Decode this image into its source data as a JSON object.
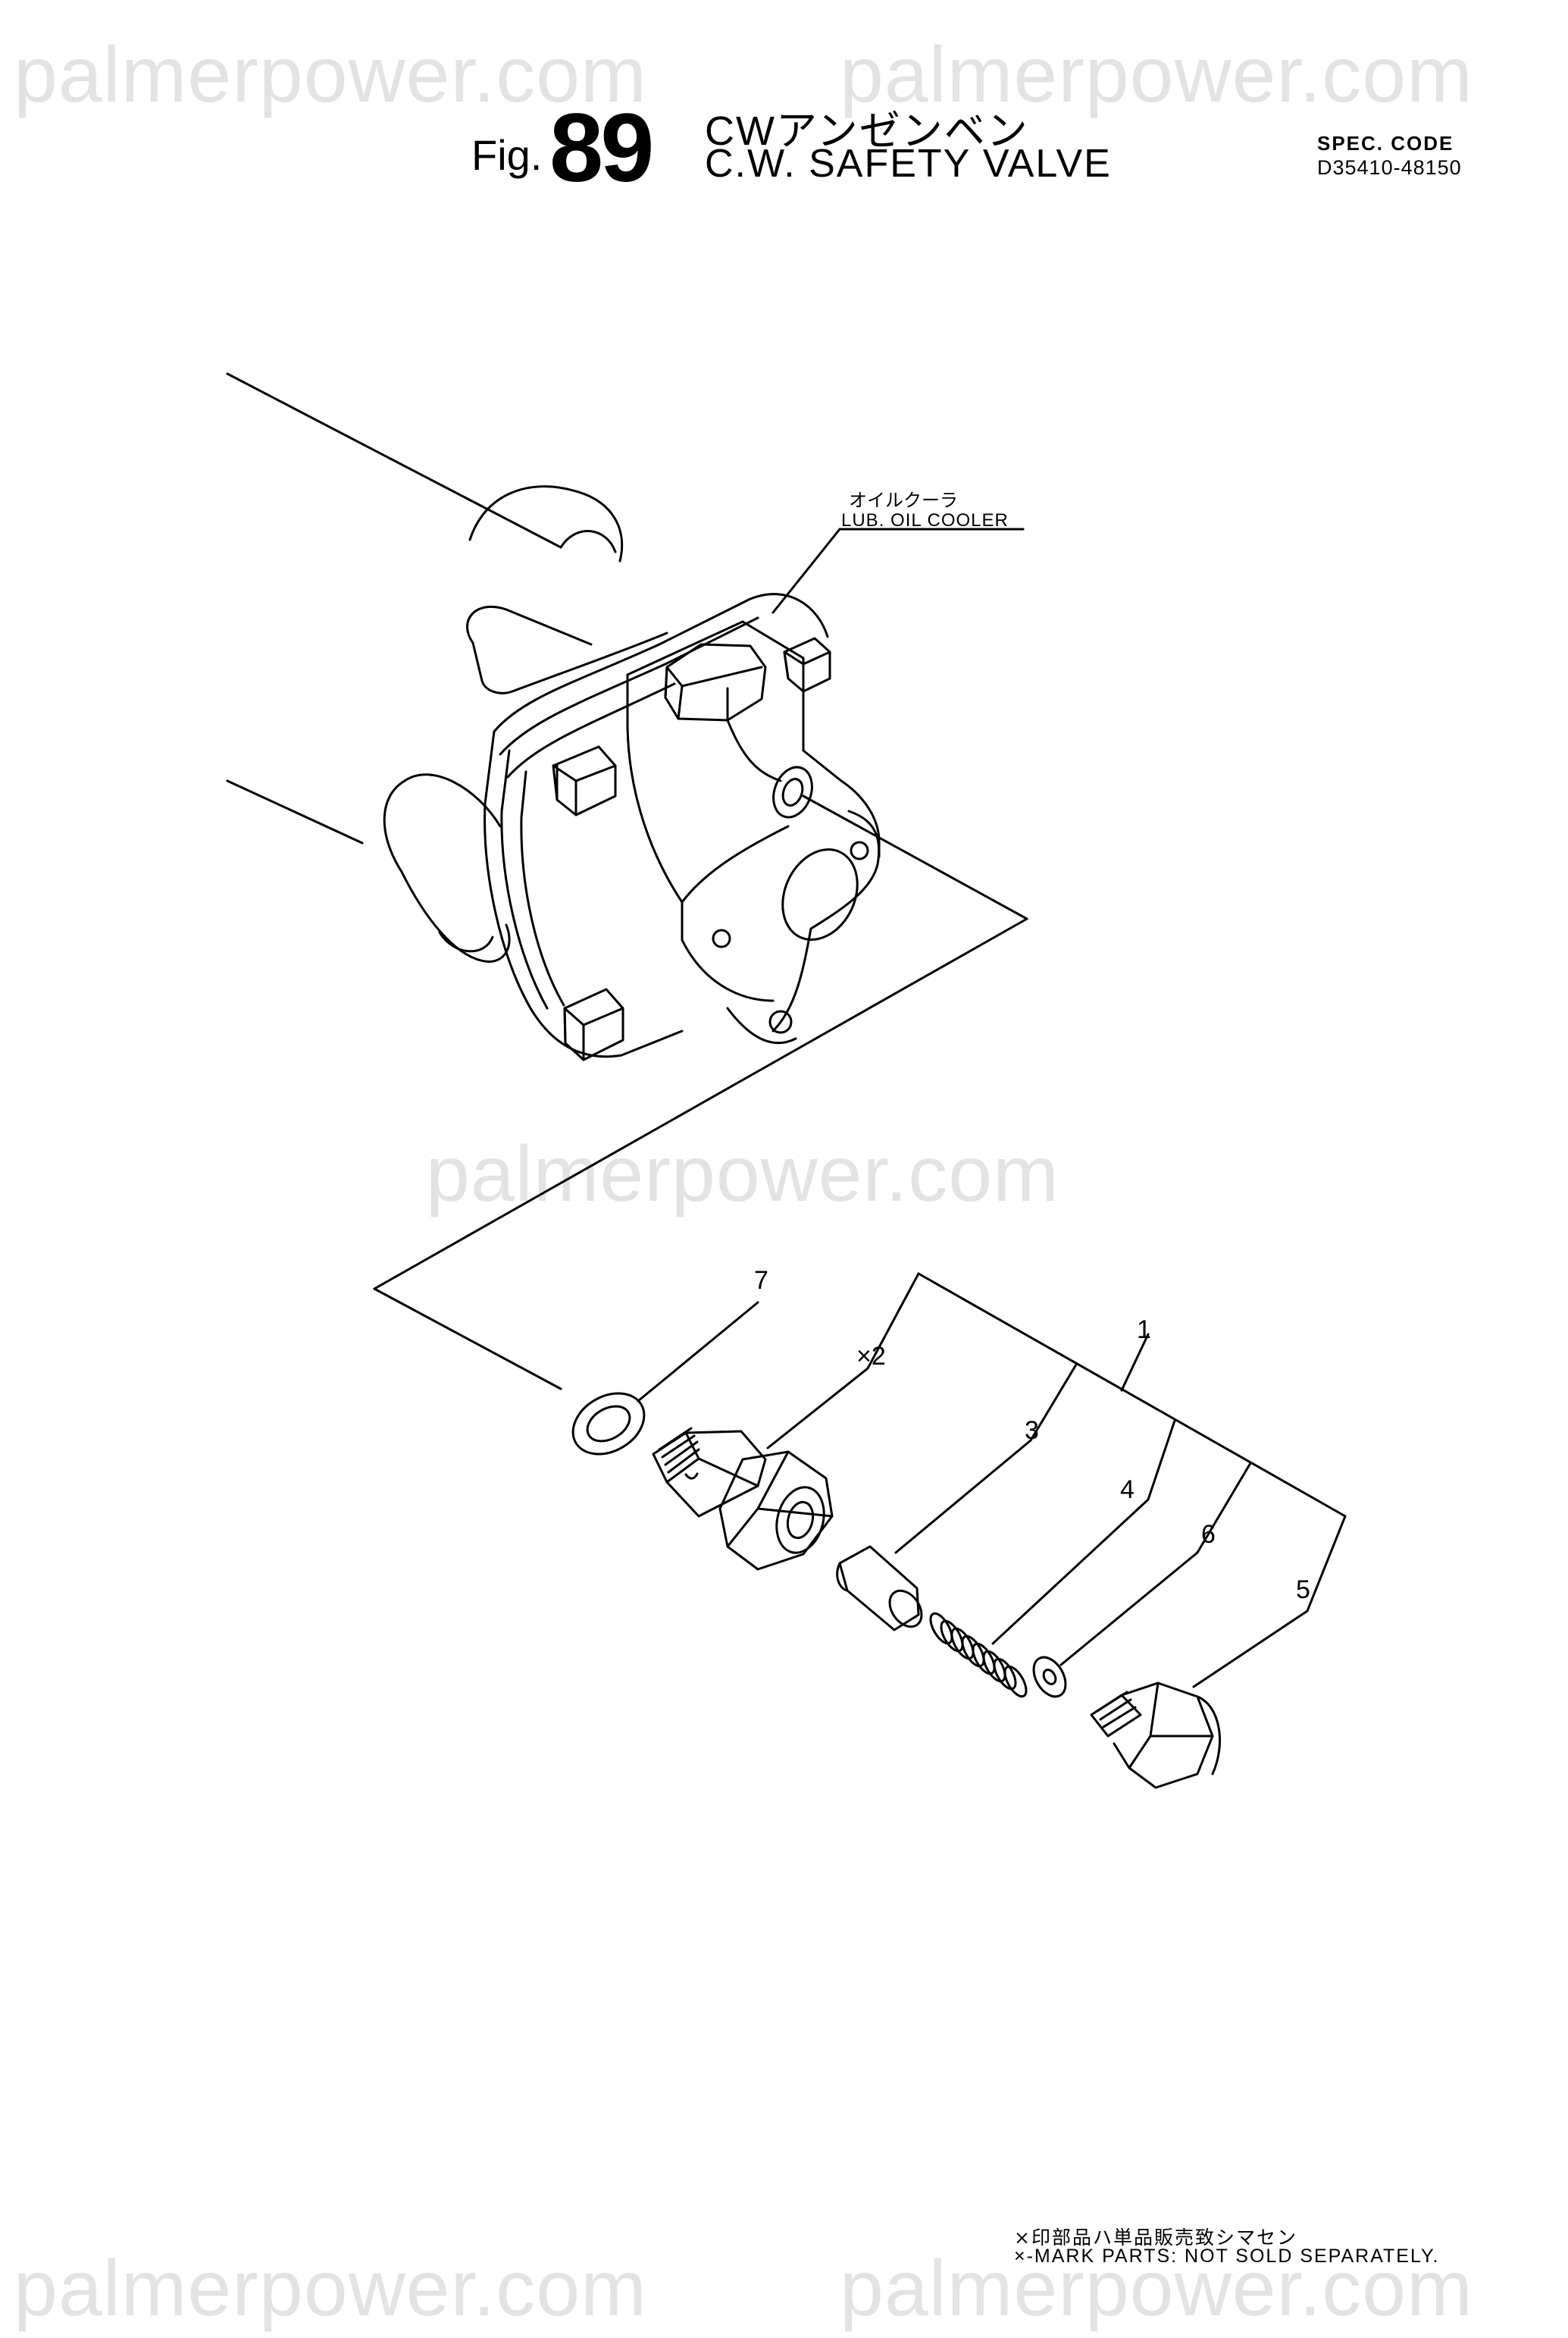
{
  "watermark": "palmerpower.com",
  "header": {
    "fig_prefix": "Fig.",
    "fig_number": "89",
    "title_jp": "CWアンゼンベン",
    "title_en": "C.W. SAFETY VALVE",
    "spec_label": "SPEC. CODE",
    "spec_code": "D35410-48150"
  },
  "callouts": {
    "cooler_jp": "オイルクーラ",
    "cooler_en": "LUB. OIL COOLER",
    "part_1": "1",
    "part_2": "×2",
    "part_3": "3",
    "part_4": "4",
    "part_5": "5",
    "part_6": "6",
    "part_7": "7"
  },
  "footer": {
    "note_jp": "×印部品ハ単品販売致シマセン",
    "note_en": "×-MARK PARTS: NOT SOLD SEPARATELY."
  }
}
